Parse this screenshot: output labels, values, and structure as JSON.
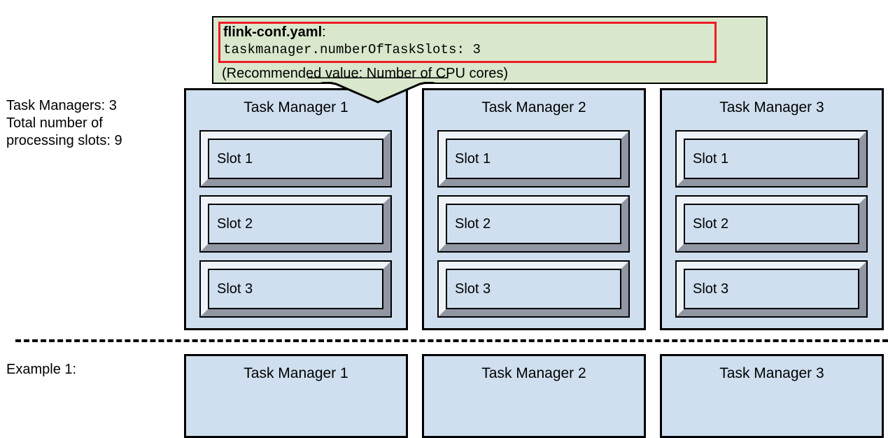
{
  "colors": {
    "panel_fill": "#cfdfef",
    "callout_fill": "#d9e8cc",
    "highlight_border": "#ee1c24",
    "bevel_light": "#eef3fa",
    "bevel_dark": "#9096a2",
    "outline": "#000000",
    "page_background": "#ffffff"
  },
  "left_note": {
    "line1": "Task Managers: 3",
    "line2": "Total number of",
    "line3": "processing slots: 9"
  },
  "callout": {
    "file_label": "flink-conf.yaml",
    "file_label_suffix": ":",
    "config_line": "taskmanager.numberOfTaskSlots: 3",
    "recommendation": "(Recommended value: Number of CPU cores)"
  },
  "task_managers": [
    {
      "title": "Task Manager 1",
      "slots": [
        {
          "label": "Slot 1"
        },
        {
          "label": "Slot 2"
        },
        {
          "label": "Slot 3"
        }
      ]
    },
    {
      "title": "Task Manager 2",
      "slots": [
        {
          "label": "Slot 1"
        },
        {
          "label": "Slot 2"
        },
        {
          "label": "Slot 3"
        }
      ]
    },
    {
      "title": "Task Manager 3",
      "slots": [
        {
          "label": "Slot 1"
        },
        {
          "label": "Slot 2"
        },
        {
          "label": "Slot 3"
        }
      ]
    }
  ],
  "example_section": {
    "label": "Example 1:",
    "task_managers": [
      {
        "title": "Task Manager 1"
      },
      {
        "title": "Task Manager 2"
      },
      {
        "title": "Task Manager 3"
      }
    ]
  }
}
